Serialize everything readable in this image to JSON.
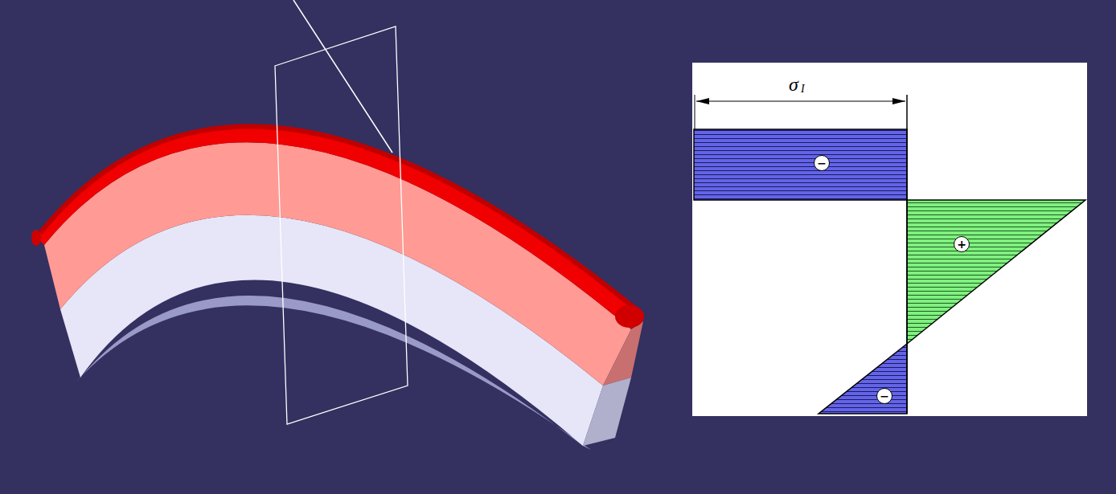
{
  "diagram": {
    "nodes": [
      {
        "text": [
          "−"
        ]
      },
      {
        "text": [
          "+"
        ]
      },
      {
        "text": [
          "−"
        ]
      }
    ],
    "labels": [
      "σ",
      "I"
    ]
  }
}
